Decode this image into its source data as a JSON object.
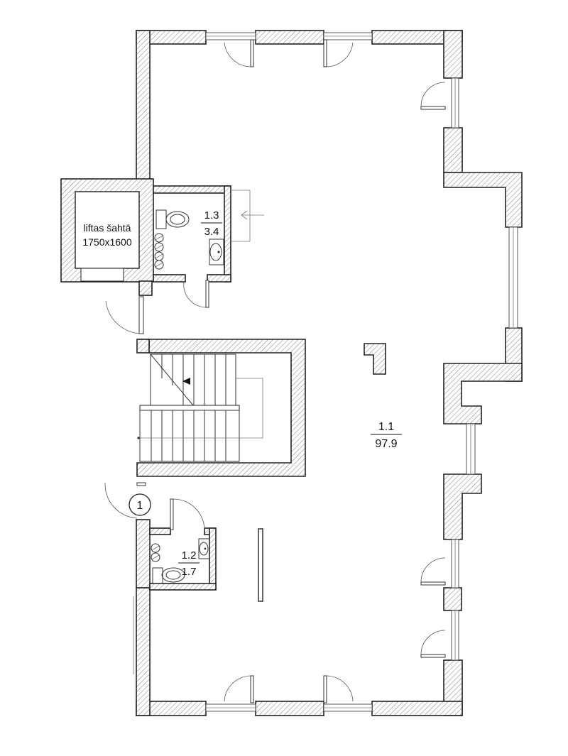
{
  "rooms": [
    {
      "id": "1.1",
      "area": "97.9"
    },
    {
      "id": "1.3",
      "area": "3.4"
    },
    {
      "id": "1.2",
      "area": "1.7"
    }
  ],
  "elevator": {
    "title": "liftas šahtā",
    "size": "1750x1600"
  },
  "entrance_marker": "1"
}
